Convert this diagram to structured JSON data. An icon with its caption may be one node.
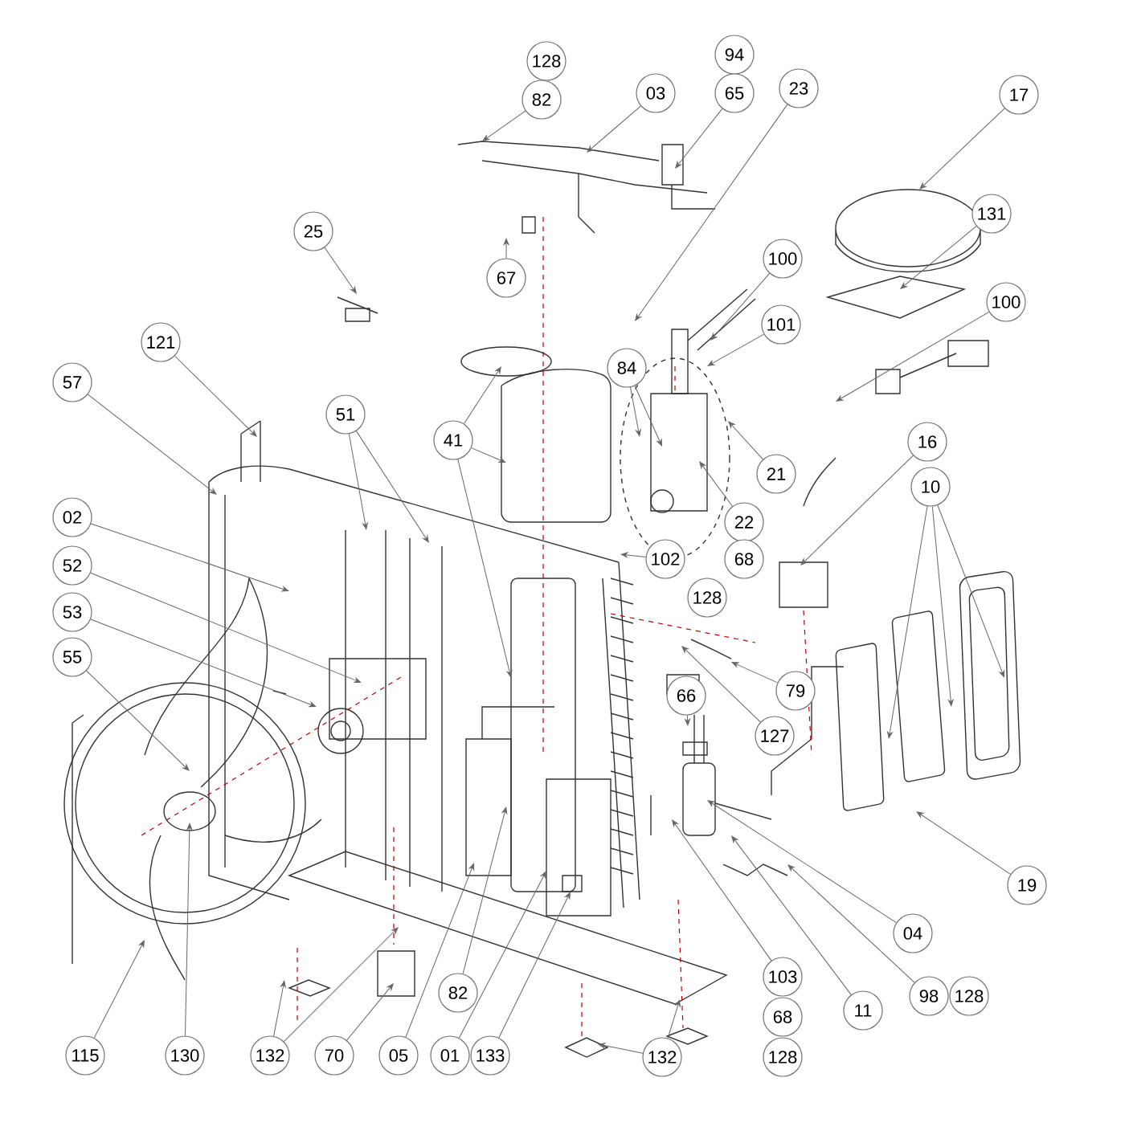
{
  "diagram": {
    "nodes": [
      {
        "text": [
          "128"
        ]
      },
      {
        "text": [
          "82"
        ]
      },
      {
        "text": [
          "03"
        ]
      },
      {
        "text": [
          "94"
        ]
      },
      {
        "text": [
          "65"
        ]
      },
      {
        "text": [
          "23"
        ]
      },
      {
        "text": [
          "17"
        ]
      },
      {
        "text": [
          "25"
        ]
      },
      {
        "text": [
          "67"
        ]
      },
      {
        "text": [
          "131"
        ]
      },
      {
        "text": [
          "100"
        ]
      },
      {
        "text": [
          "100"
        ]
      },
      {
        "text": [
          "101"
        ]
      },
      {
        "text": [
          "84"
        ]
      },
      {
        "text": [
          "121"
        ]
      },
      {
        "text": [
          "57"
        ]
      },
      {
        "text": [
          "41"
        ]
      },
      {
        "text": [
          "51"
        ]
      },
      {
        "text": [
          "21"
        ]
      },
      {
        "text": [
          "22"
        ]
      },
      {
        "text": [
          "102"
        ]
      },
      {
        "text": [
          "68"
        ]
      },
      {
        "text": [
          "128"
        ]
      },
      {
        "text": [
          "16"
        ]
      },
      {
        "text": [
          "10"
        ]
      },
      {
        "text": [
          "02"
        ]
      },
      {
        "text": [
          "52"
        ]
      },
      {
        "text": [
          "53"
        ]
      },
      {
        "text": [
          "55"
        ]
      },
      {
        "text": [
          "66"
        ]
      },
      {
        "text": [
          "79"
        ]
      },
      {
        "text": [
          "127"
        ]
      },
      {
        "text": [
          "19"
        ]
      },
      {
        "text": [
          "04"
        ]
      },
      {
        "text": [
          "98"
        ]
      },
      {
        "text": [
          "128"
        ]
      },
      {
        "text": [
          "103"
        ]
      },
      {
        "text": [
          "68"
        ]
      },
      {
        "text": [
          "128"
        ]
      },
      {
        "text": [
          "11"
        ]
      },
      {
        "text": [
          "132"
        ]
      },
      {
        "text": [
          "115"
        ]
      },
      {
        "text": [
          "130"
        ]
      },
      {
        "text": [
          "132"
        ]
      },
      {
        "text": [
          "70"
        ]
      },
      {
        "text": [
          "05"
        ]
      },
      {
        "text": [
          "82"
        ]
      },
      {
        "text": [
          "01"
        ]
      },
      {
        "text": [
          "133"
        ]
      }
    ],
    "edges": [
      {
        "from": 1,
        "to": null,
        "arrow": "to"
      },
      {
        "from": 2,
        "to": null,
        "arrow": "to"
      },
      {
        "from": 4,
        "to": null,
        "arrow": "to"
      },
      {
        "from": 5,
        "to": null,
        "arrow": "to"
      },
      {
        "from": 6,
        "to": null,
        "arrow": "to"
      },
      {
        "from": 7,
        "to": null,
        "arrow": "to"
      },
      {
        "from": 8,
        "to": null,
        "arrow": "to"
      },
      {
        "from": 9,
        "to": null,
        "arrow": "to"
      },
      {
        "from": 10,
        "to": null,
        "arrow": "to"
      },
      {
        "from": 11,
        "to": null,
        "arrow": "to"
      },
      {
        "from": 12,
        "to": null,
        "arrow": "to"
      },
      {
        "from": 13,
        "to": null,
        "arrow": "to"
      },
      {
        "from": 13,
        "to": null,
        "arrow": "to"
      },
      {
        "from": 14,
        "to": null,
        "arrow": "to"
      },
      {
        "from": 15,
        "to": null,
        "arrow": "to"
      },
      {
        "from": 16,
        "to": null,
        "arrow": "to"
      },
      {
        "from": 16,
        "to": null,
        "arrow": "to"
      },
      {
        "from": 16,
        "to": null,
        "arrow": "to"
      },
      {
        "from": 17,
        "to": null,
        "arrow": "to"
      },
      {
        "from": 17,
        "to": null,
        "arrow": "to"
      },
      {
        "from": 18,
        "to": null,
        "arrow": "to"
      },
      {
        "from": 19,
        "to": null,
        "arrow": "to"
      },
      {
        "from": 20,
        "to": null,
        "arrow": "to"
      },
      {
        "from": 23,
        "to": null,
        "arrow": "to"
      },
      {
        "from": 24,
        "to": null,
        "arrow": "to"
      },
      {
        "from": 24,
        "to": null,
        "arrow": "to"
      },
      {
        "from": 24,
        "to": null,
        "arrow": "to"
      },
      {
        "from": 25,
        "to": null,
        "arrow": "to"
      },
      {
        "from": 26,
        "to": null,
        "arrow": "to"
      },
      {
        "from": 27,
        "to": null,
        "arrow": "to"
      },
      {
        "from": 28,
        "to": null,
        "arrow": "to"
      },
      {
        "from": 29,
        "to": null,
        "arrow": "to"
      },
      {
        "from": 30,
        "to": null,
        "arrow": "to"
      },
      {
        "from": 31,
        "to": null,
        "arrow": "to"
      },
      {
        "from": 32,
        "to": null,
        "arrow": "to"
      },
      {
        "from": 33,
        "to": null,
        "arrow": "to"
      },
      {
        "from": 34,
        "to": null,
        "arrow": "to"
      },
      {
        "from": 36,
        "to": null,
        "arrow": "to"
      },
      {
        "from": 39,
        "to": null,
        "arrow": "to"
      },
      {
        "from": 40,
        "to": null,
        "arrow": "to"
      },
      {
        "from": 40,
        "to": null,
        "arrow": "to"
      },
      {
        "from": 41,
        "to": null,
        "arrow": "to"
      },
      {
        "from": 42,
        "to": null,
        "arrow": "to"
      },
      {
        "from": 43,
        "to": null,
        "arrow": "to"
      },
      {
        "from": 43,
        "to": null,
        "arrow": "to"
      },
      {
        "from": 44,
        "to": null,
        "arrow": "to"
      },
      {
        "from": 45,
        "to": null,
        "arrow": "to"
      },
      {
        "from": 46,
        "to": null,
        "arrow": "to"
      },
      {
        "from": 47,
        "to": null,
        "arrow": "to"
      },
      {
        "from": 48,
        "to": null,
        "arrow": "to"
      }
    ]
  }
}
